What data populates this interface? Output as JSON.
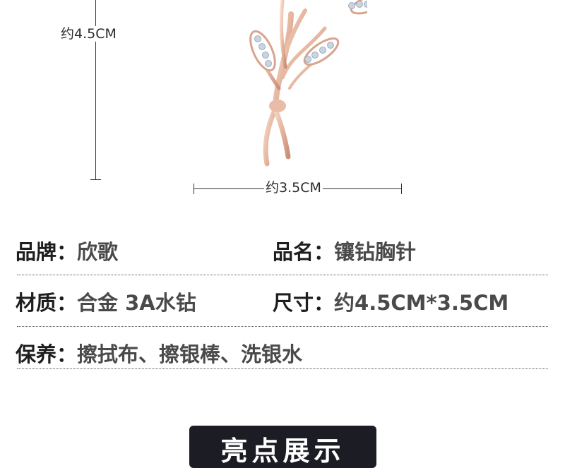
{
  "dimensions": {
    "height": "约4.5CM",
    "width": "约3.5CM"
  },
  "specs": {
    "brand": {
      "label": "品牌：",
      "value": "欣歌"
    },
    "name": {
      "label": "品名：",
      "value": "镶钻胸针"
    },
    "material": {
      "label": "材质：",
      "value": "合金 3A水钻"
    },
    "size": {
      "label": "尺寸：",
      "value": "约4.5CM*3.5CM"
    },
    "care": {
      "label": "保养：",
      "value": "擦拭布、擦银棒、洗银水"
    }
  },
  "banner": {
    "title": "亮点展示"
  },
  "colors": {
    "gold": "#e6b7a0",
    "text": "#1e1e1e",
    "banner_bg": "#1c1c24"
  }
}
